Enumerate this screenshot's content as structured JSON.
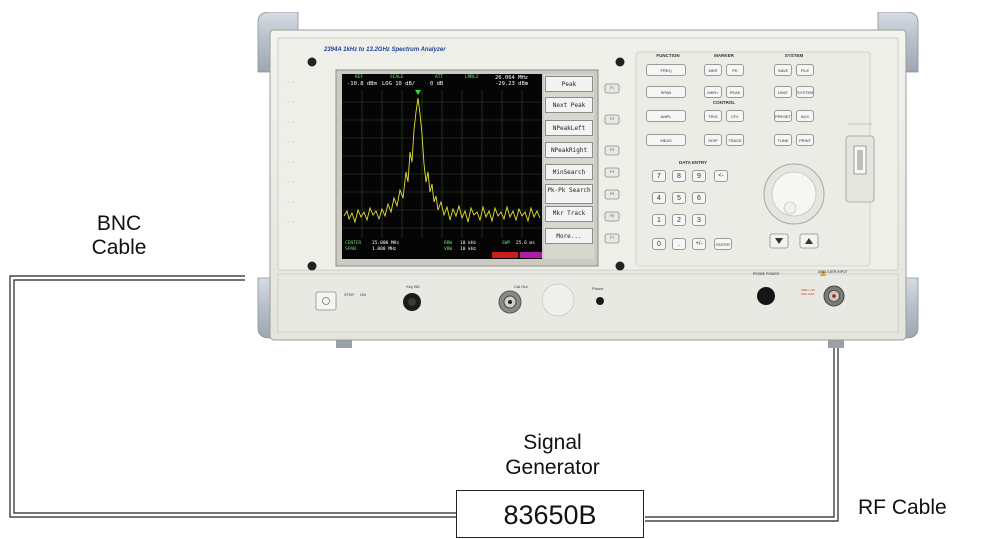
{
  "labels": {
    "bnc_cable": [
      "BNC",
      "Cable"
    ],
    "rf_cable": "RF Cable",
    "signal_generator": [
      "Signal",
      "Generator"
    ],
    "generator_model": "83650B"
  },
  "analyzer": {
    "brand_title": "2394A 1kHz to 13.2GHz Spectrum Analyzer",
    "screen": {
      "header_left": "REF",
      "header_scale": "SCALE",
      "header_att": "ATT",
      "header_mkr": "LMRL2",
      "ref_level": "-10.8 dBm",
      "scale": "LOG 10 dB/",
      "attenuation": "0 dB",
      "marker_freq": "26.064 MHz",
      "marker_amp": "-29.23 dBm",
      "center": "CENTER",
      "center_freq": "25.000 MHz",
      "span": "SPAN",
      "span_value": "1.000 MHz",
      "rbw": "RBW",
      "rbw_value": "10 kHz",
      "vbw": "VBW",
      "vbw_value": "10 kHz",
      "swp": "SWP",
      "swp_value": "25.6 ms"
    },
    "softkeys": [
      "Peak",
      "Next Peak",
      "NPeakLeft",
      "NPeakRight",
      "MinSearch",
      "Pk-Pk Search",
      "Mkr Track",
      "More..."
    ],
    "function_group": "FUNCTION",
    "function_buttons": [
      "FREQ",
      "SPAN",
      "AMPL",
      "MEAS"
    ],
    "marker_group": "MARKER",
    "marker_buttons": [
      "MKR",
      "PK",
      "MKR>",
      "PEAK"
    ],
    "control_group": "CONTROL",
    "control_buttons": [
      "TRIG",
      "CPL",
      "DISP",
      "TRACE"
    ],
    "system_group": "SYSTEM",
    "system_buttons": [
      "SAVE",
      "FILE",
      "LIMIT",
      "SYSTEM",
      "PRESET",
      "AUX",
      "TUNE",
      "PRINT"
    ],
    "data_entry_group": "DATA ENTRY",
    "keypad": [
      "7",
      "8",
      "9",
      "<-",
      "4",
      "5",
      "6",
      "1",
      "2",
      "3",
      "0",
      ".",
      "+/-",
      "ENTER"
    ],
    "side_keys": [
      "F1",
      "F2",
      "F3",
      "F4",
      "F5",
      "F6",
      "F7"
    ],
    "probe_power": "PROBE POWER",
    "analyzer_input": "ANALYZER INPUT",
    "input_warning": "0dBm +30 VDC MAX",
    "key_bd": "Key BD",
    "cal_out": "Cal Out",
    "phone": "Phone",
    "stby": "STBY",
    "on": "ON"
  }
}
